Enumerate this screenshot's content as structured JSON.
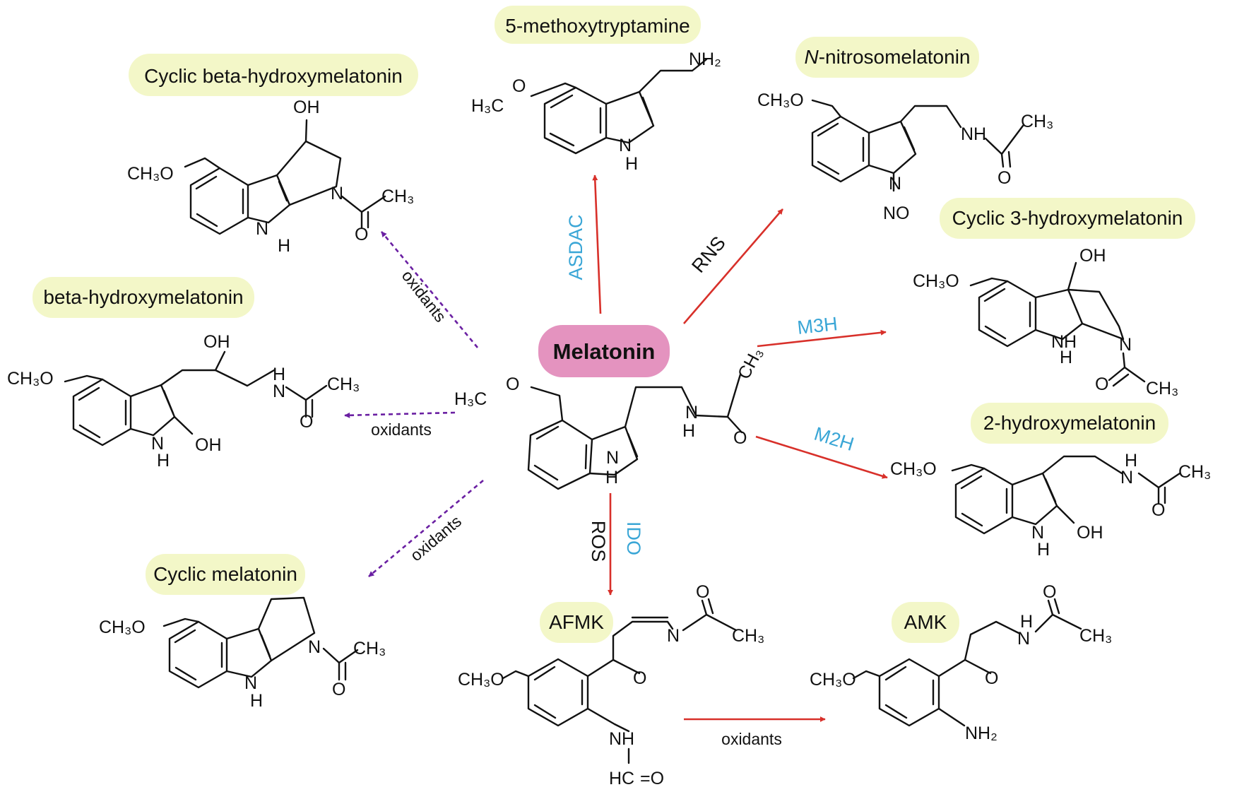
{
  "center": {
    "label": "Melatonin"
  },
  "compounds": {
    "methoxytryptamine": "5-methoxytryptamine",
    "nitrosomelatonin_italic": "N",
    "nitrosomelatonin_rest": "-nitrosomelatonin",
    "cyclic_beta": "Cyclic beta-hydroxymelatonin",
    "beta": "beta-hydroxymelatonin",
    "cyclic3": "Cyclic 3-hydroxymelatonin",
    "two_h": "2-hydroxymelatonin",
    "cyclic": "Cyclic melatonin",
    "afmk": "AFMK",
    "amk": "AMK"
  },
  "reagents": {
    "asdac": "ASDAC",
    "rns": "RNS",
    "m3h": "M3H",
    "m2h": "M2H",
    "ros": "ROS",
    "ido": "IDO",
    "oxidants": "oxidants"
  },
  "atoms": {
    "oh": "OH",
    "ch3o": "CH₃O",
    "h3c": "H₃C",
    "ch3": "CH₃",
    "o": "O",
    "n": "N",
    "h": "H",
    "nh": "NH",
    "nh2": "NH₂",
    "no": "NO",
    "hc": "HC",
    "eq": "=O"
  },
  "colors": {
    "pill_background": "#f3f7c8",
    "center_pill": "#e493bf",
    "enzyme_text": "#3aa6d6",
    "reaction_arrow": "#d8302a",
    "oxidant_arrow": "#6a1fa2"
  }
}
